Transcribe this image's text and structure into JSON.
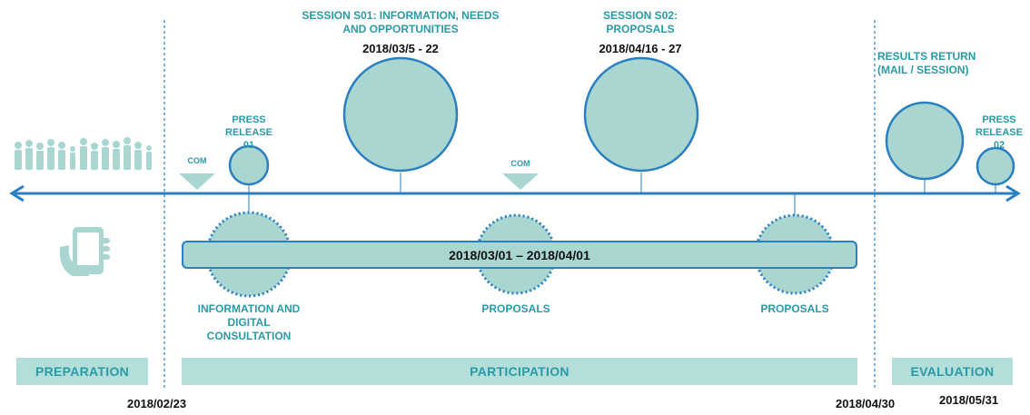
{
  "colors": {
    "accent": "#2a7fc1",
    "fill": "#a9d6d1",
    "teal_text": "#2a9aa6",
    "phase_bar": "#b4ded9"
  },
  "icons": [
    "people-crowd-icon",
    "smartphone-hand-icon"
  ],
  "phases": {
    "preparation": "PREPARATION",
    "participation": "PARTICIPATION",
    "evaluation": "EVALUATION"
  },
  "dates": {
    "d1": "2018/02/23",
    "d2": "2018/04/30",
    "d3": "2018/05/31"
  },
  "events": {
    "session01": {
      "title": "SESSION S01: INFORMATION, NEEDS AND OPPORTUNITIES",
      "dates": "2018/03/5 - 22"
    },
    "session02": {
      "title": "SESSION S02: PROPOSALS",
      "dates": "2018/04/16 - 27"
    },
    "press01": "PRESS RELEASE 01",
    "press02": "PRESS RELEASE 02",
    "results_return": "RESULTS RETURN (MAIL / SESSION)",
    "com1": "COM",
    "com2": "COM"
  },
  "digital": {
    "period": "2018/03/01 – 2018/04/01",
    "info_consultation": "INFORMATION AND DIGITAL CONSULTATION",
    "proposals1": "PROPOSALS",
    "proposals2": "PROPOSALS"
  }
}
